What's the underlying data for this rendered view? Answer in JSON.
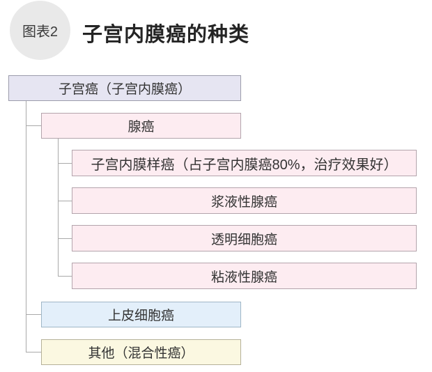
{
  "header": {
    "badge": "图表2",
    "title": "子宫内膜癌的种类"
  },
  "colors": {
    "badge_bg": "#e9e9e9",
    "root_bg": "#e6e5f2",
    "root_border": "#9c9cab",
    "pink_bg": "#fdecf1",
    "pink_border": "#b3a4ac",
    "blue_bg": "#e3effa",
    "blue_border": "#9fb6c6",
    "yellow_bg": "#fbf8e1",
    "yellow_border": "#b5b199",
    "connector": "#a9a9a9",
    "text": "#333333"
  },
  "tree": {
    "root": {
      "label": "子宫癌（子宫内膜癌）"
    },
    "children": [
      {
        "label": "腺癌",
        "children": [
          {
            "label": "子宫内膜样癌（占子宫内膜癌80%，治疗效果好）"
          },
          {
            "label": "浆液性腺癌"
          },
          {
            "label": "透明细胞癌"
          },
          {
            "label": "粘液性腺癌"
          }
        ]
      },
      {
        "label": "上皮细胞癌"
      },
      {
        "label": "其他（混合性癌）"
      }
    ]
  }
}
